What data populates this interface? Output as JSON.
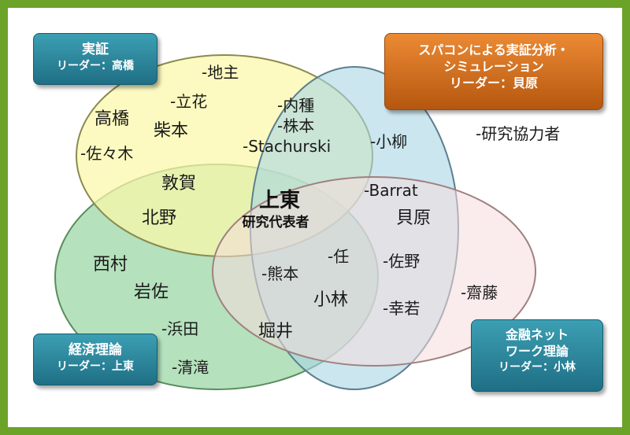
{
  "groups": {
    "empirical": {
      "title": "実証",
      "leader": "リーダー：高橋"
    },
    "economic": {
      "title": "経済理論",
      "leader": "リーダー：上東"
    },
    "supercomputer": {
      "title_line1": "スパコンによる実証分析・",
      "title_line2": "シミュレーション",
      "leader": "リーダー：貝原"
    },
    "network": {
      "title_line1": "金融ネット",
      "title_line2": "ワーク理論",
      "leader": "リーダー：小林"
    }
  },
  "center": {
    "name": "上東",
    "role": "研究代表者"
  },
  "members": {
    "takahashi": "高橋",
    "shibamoto": "柴本",
    "sasaki": "-佐々木",
    "tachibana": "-立花",
    "jinushi": "-地主",
    "uchitane": "-内種",
    "kabumoto": "-株本",
    "stachurski": "-Stachurski",
    "koyanagi": "-小柳",
    "tsuruga": "敦賀",
    "kitano": "北野",
    "barrat": "-Barrat",
    "kaibara": "貝原",
    "sano": "-佐野",
    "kowaka": "-幸若",
    "nin": "-任",
    "kumamoto": "-熊本",
    "kobayashi": "小林",
    "nishimura": "西村",
    "iwasa": "岩佐",
    "hamada": "-浜田",
    "shimizutaki": "-清滝",
    "horii": "堀井",
    "saito": "-齋藤",
    "collaborators": "-研究協力者"
  },
  "colors": {
    "frame": "#6aa328",
    "yellow_circle": "#fbf8a8",
    "blue_circle": "#a9d6e5",
    "green_circle": "#a8dcb2",
    "pink_circle": "#f5dcdc"
  }
}
